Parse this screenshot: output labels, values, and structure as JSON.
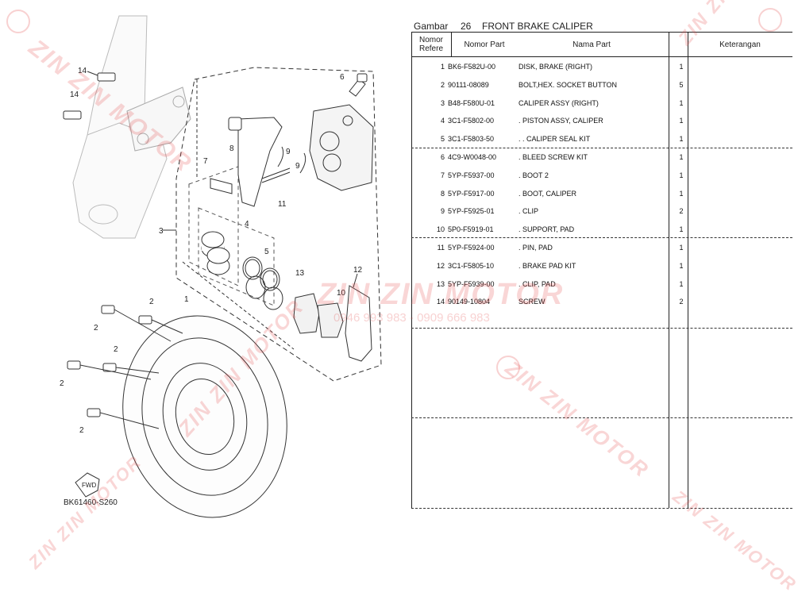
{
  "header": {
    "gambar_label": "Gambar",
    "gambar_no": "26",
    "title": "FRONT BRAKE CALIPER"
  },
  "columns": {
    "ref_line1": "Nomor",
    "ref_line2": "Refere",
    "part_no": "Nomor Part",
    "name": "Nama Part",
    "notes": "Keterangan"
  },
  "parts": [
    {
      "ref": "1",
      "part_no": "BK6-F582U-00",
      "name": "DISK, BRAKE (RIGHT)",
      "qty": "1"
    },
    {
      "ref": "2",
      "part_no": "90111-08089",
      "name": "BOLT,HEX. SOCKET BUTTON",
      "qty": "5"
    },
    {
      "ref": "3",
      "part_no": "B48-F580U-01",
      "name": "CALIPER ASSY (RIGHT)",
      "qty": "1"
    },
    {
      "ref": "4",
      "part_no": "3C1-F5802-00",
      "name": ". PISTON ASSY, CALIPER",
      "qty": "1"
    },
    {
      "ref": "5",
      "part_no": "3C1-F5803-50",
      "name": ". . CALIPER SEAL KIT",
      "qty": "1"
    },
    {
      "ref": "6",
      "part_no": "4C9-W0048-00",
      "name": ". BLEED SCREW KIT",
      "qty": "1"
    },
    {
      "ref": "7",
      "part_no": "5YP-F5937-00",
      "name": ". BOOT 2",
      "qty": "1"
    },
    {
      "ref": "8",
      "part_no": "5YP-F5917-00",
      "name": ". BOOT, CALIPER",
      "qty": "1"
    },
    {
      "ref": "9",
      "part_no": "5YP-F5925-01",
      "name": ". CLIP",
      "qty": "2"
    },
    {
      "ref": "10",
      "part_no": "5P0-F5919-01",
      "name": ". SUPPORT, PAD",
      "qty": "1"
    },
    {
      "ref": "11",
      "part_no": "5YP-F5924-00",
      "name": ". PIN, PAD",
      "qty": "1"
    },
    {
      "ref": "12",
      "part_no": "3C1-F5805-10",
      "name": ". BRAKE PAD KIT",
      "qty": "1"
    },
    {
      "ref": "13",
      "part_no": "5YP-F5939-00",
      "name": ". CLIP, PAD",
      "qty": "1"
    },
    {
      "ref": "14",
      "part_no": "90149-10804",
      "name": "SCREW",
      "qty": "2"
    }
  ],
  "diagram": {
    "code": "BK61460-S260",
    "fwd": "FWD",
    "callouts": [
      "14",
      "14",
      "6",
      "8",
      "7",
      "9",
      "9",
      "11",
      "3",
      "4",
      "5",
      "13",
      "12",
      "10",
      "1",
      "2",
      "2",
      "2",
      "2",
      "2"
    ]
  },
  "watermark": {
    "brand": "ZIN ZIN MOTOR",
    "phone": "0946 993 983 - 0909 666 983"
  }
}
